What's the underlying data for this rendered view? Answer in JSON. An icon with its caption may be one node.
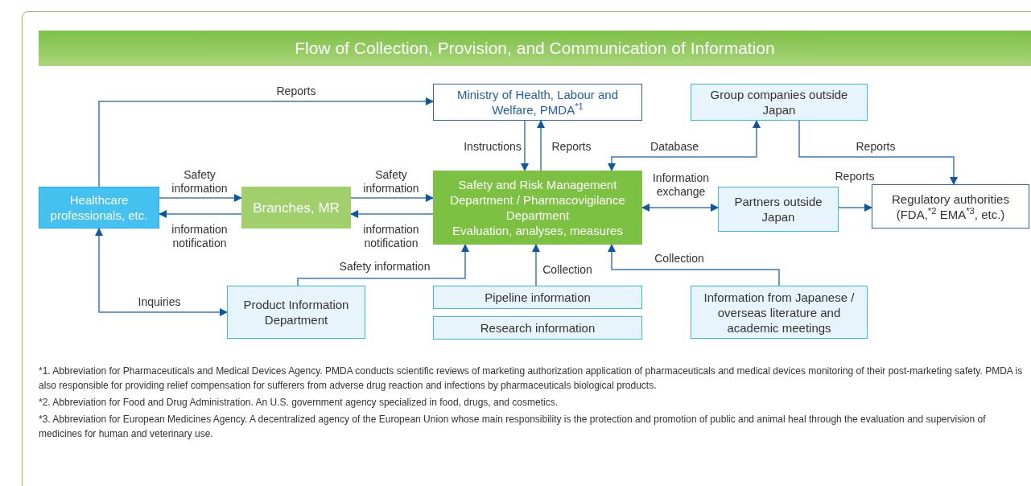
{
  "diagram": {
    "title": "Flow of Collection, Provision, and Communication of Information",
    "nodes": [
      {
        "text": [
          "Healthcare professionals, etc."
        ]
      },
      {
        "text": [
          "Branches, MR"
        ]
      },
      {
        "text": [
          "Ministry of Health, Labour and Welfare, PMDA$^{*1}$"
        ]
      },
      {
        "text": [
          "Group companies outside Japan"
        ]
      },
      {
        "text": [
          "Safety and Risk Management Department / Pharmacovigilance Department",
          "Evaluation, analyses, measures"
        ]
      },
      {
        "text": [
          "Partners outside Japan"
        ]
      },
      {
        "text": [
          "Regulatory authorities (FDA,$^{*2}$ EMA$^{*3}$, etc.)"
        ]
      },
      {
        "text": [
          "Product Information Department"
        ]
      },
      {
        "text": [
          "Pipeline information"
        ]
      },
      {
        "text": [
          "Research information"
        ]
      },
      {
        "text": [
          "Information from Japanese / overseas literature and academic meetings"
        ]
      }
    ],
    "edges": [
      {
        "from": 0,
        "to": 2,
        "arrow": "to",
        "label": "Reports"
      },
      {
        "from": 0,
        "to": 1,
        "arrow": "to",
        "label": "Safety information"
      },
      {
        "from": 1,
        "to": 0,
        "arrow": "to",
        "label": "information notification"
      },
      {
        "from": 1,
        "to": 4,
        "arrow": "to",
        "label": "Safety information"
      },
      {
        "from": 4,
        "to": 1,
        "arrow": "to",
        "label": "information notification"
      },
      {
        "from": 2,
        "to": 4,
        "arrow": "to",
        "label": "Instructions"
      },
      {
        "from": 4,
        "to": 2,
        "arrow": "to",
        "label": "Reports"
      },
      {
        "from": 3,
        "to": 4,
        "arrow": "both",
        "label": "Database"
      },
      {
        "from": 3,
        "to": 6,
        "arrow": "to",
        "label": "Reports"
      },
      {
        "from": 4,
        "to": 5,
        "arrow": "both",
        "label": "Information exchange"
      },
      {
        "from": 5,
        "to": 6,
        "arrow": "to",
        "label": "Reports"
      },
      {
        "from": 0,
        "to": 7,
        "arrow": "both",
        "label": "Inquiries"
      },
      {
        "from": 7,
        "to": 4,
        "arrow": "to",
        "label": "Safety information"
      },
      {
        "from": 8,
        "to": 4,
        "arrow": "to",
        "label": "Collection"
      },
      {
        "from": 10,
        "to": 4,
        "arrow": "to",
        "label": "Collection"
      }
    ],
    "labels": [
      "*1. Abbreviation for Pharmaceuticals and Medical Devices Agency. PMDA conducts scientific reviews of marketing authorization application of pharmaceuticals and medical devices monitoring of their post-marketing safety. PMDA is also responsible for providing relief compensation for sufferers from adverse drug reaction and infections by pharmaceuticals biological products.",
      "*2. Abbreviation for Food and Drug Administration. An U.S. government agency specialized in food, drugs, and cosmetics.",
      "*3. Abbreviation for European Medicines Agency. A decentralized agency of the European Union whose main responsibility is the protection and promotion of public and animal heal through the evaluation and supervision of medicines for human and veterinary use."
    ]
  }
}
